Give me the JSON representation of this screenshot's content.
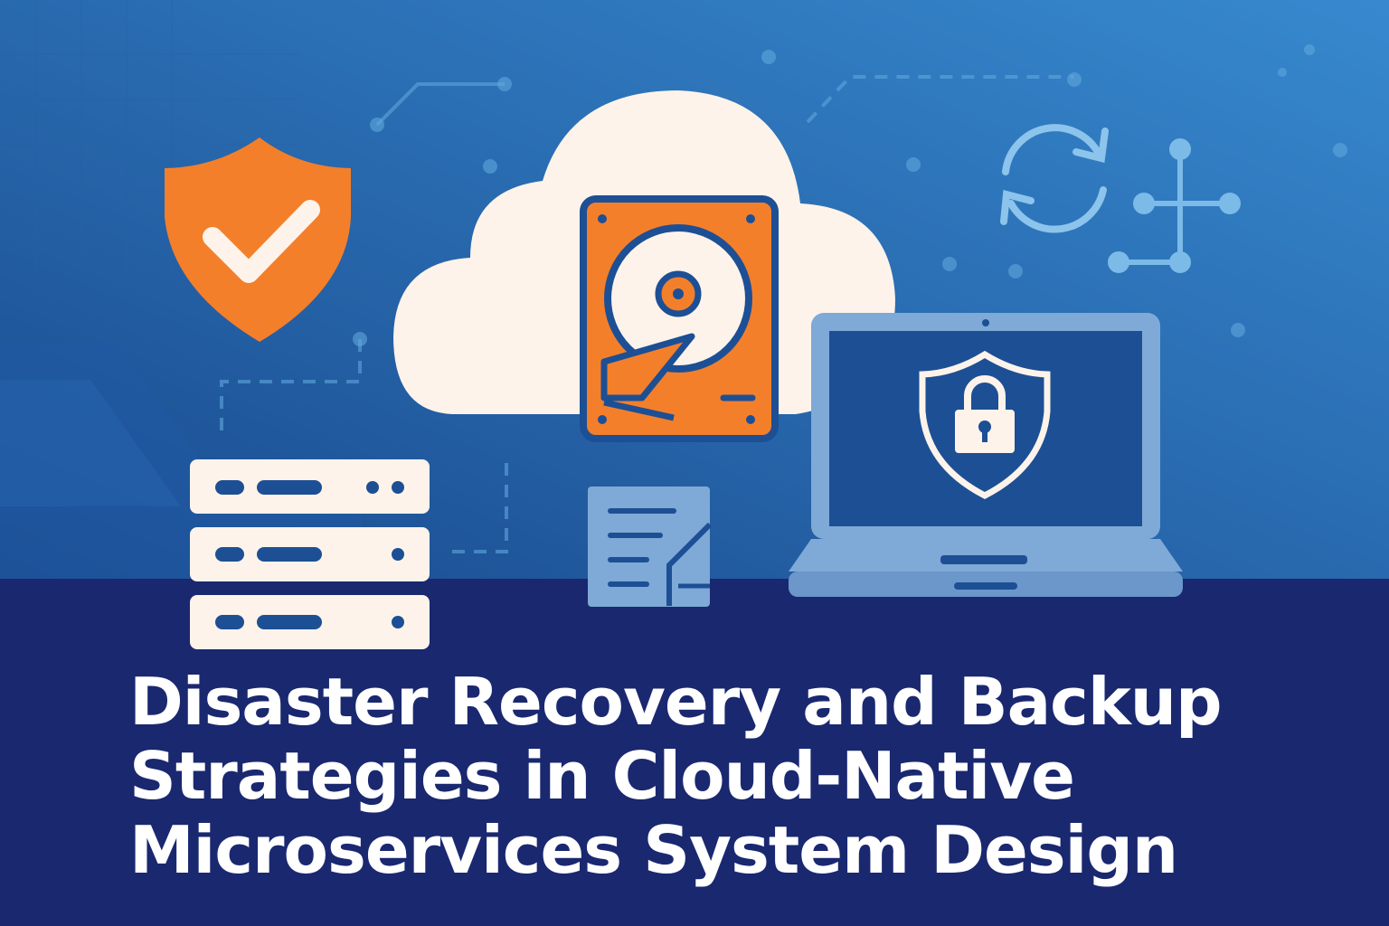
{
  "title": {
    "lines": [
      "Disaster Recovery and Backup",
      "Strategies in Cloud-Native",
      "Microservices System Design"
    ]
  },
  "colors": {
    "background_top_left": "#1c4f95",
    "background_top_right": "#3486cc",
    "bottom_band": "#1a2870",
    "accent_orange": "#f47f2a",
    "cloud": "#fdf3ea",
    "light_blue": "#7fa9d6",
    "line_blue": "#5fa6dc"
  },
  "icons": [
    "shield-check-icon",
    "cloud-icon",
    "hard-drive-icon",
    "sync-icon",
    "network-icon",
    "server-stack-icon",
    "document-icon",
    "laptop-icon",
    "lock-shield-icon"
  ]
}
